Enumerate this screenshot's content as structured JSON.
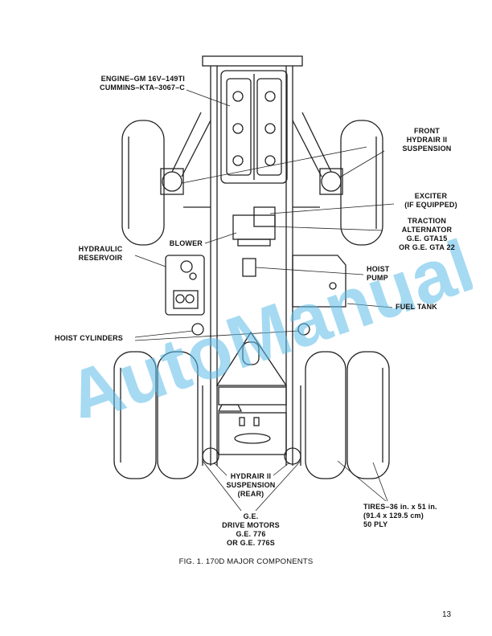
{
  "labels": {
    "engine": "ENGINE–GM 16V–149TI\nCUMMINS–KTA–3067–C",
    "front_suspension": "FRONT\nHYDRAIR II\nSUSPENSION",
    "exciter": "EXCITER\n(IF EQUIPPED)",
    "traction_alternator": "TRACTION\nALTERNATOR\nG.E. GTA15\nOR G.E. GTA 22",
    "blower": "BLOWER",
    "hydraulic_reservoir": "HYDRAULIC\nRESERVOIR",
    "hoist_pump": "HOIST\nPUMP",
    "fuel_tank": "FUEL TANK",
    "hoist_cylinders": "HOIST CYLINDERS",
    "rear_suspension": "HYDRAIR II\nSUSPENSION\n(REAR)",
    "drive_motors": "G.E.\nDRIVE MOTORS\nG.E. 776\nOR G.E. 776S",
    "tires": "TIRES–36 in. x 51 in.\n(91.4 x 129.5 cm)\n50 PLY"
  },
  "caption": "FIG. 1. 170D MAJOR COMPONENTS",
  "page_number": "13",
  "watermark": "AutoManual"
}
